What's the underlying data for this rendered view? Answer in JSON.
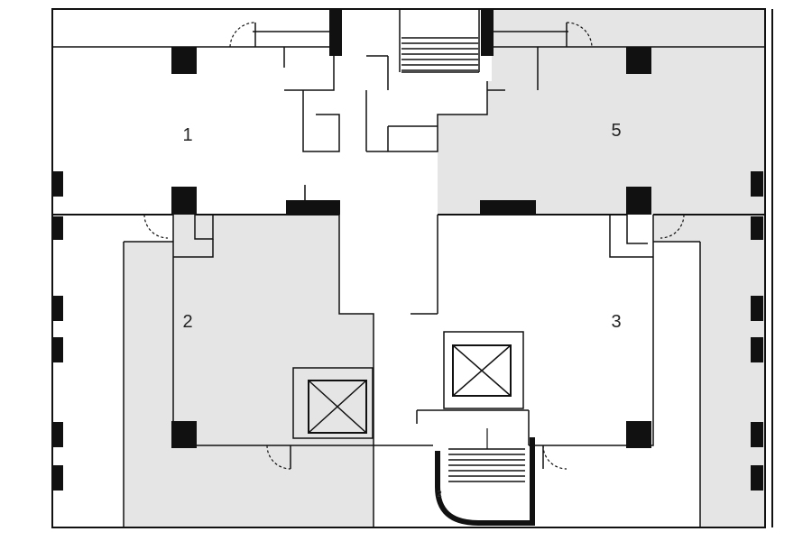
{
  "rooms": [
    {
      "id": "1",
      "label": "1"
    },
    {
      "id": "2",
      "label": "2"
    },
    {
      "id": "3",
      "label": "3"
    },
    {
      "id": "5",
      "label": "5"
    }
  ],
  "small_marks": [
    "2"
  ],
  "colors": {
    "wall": "#111111",
    "shaded_area": "#e5e5e5",
    "background": "#ffffff"
  },
  "icons": [
    "elevator-icon",
    "stair-icon",
    "door-swing-icon",
    "column-icon"
  ]
}
